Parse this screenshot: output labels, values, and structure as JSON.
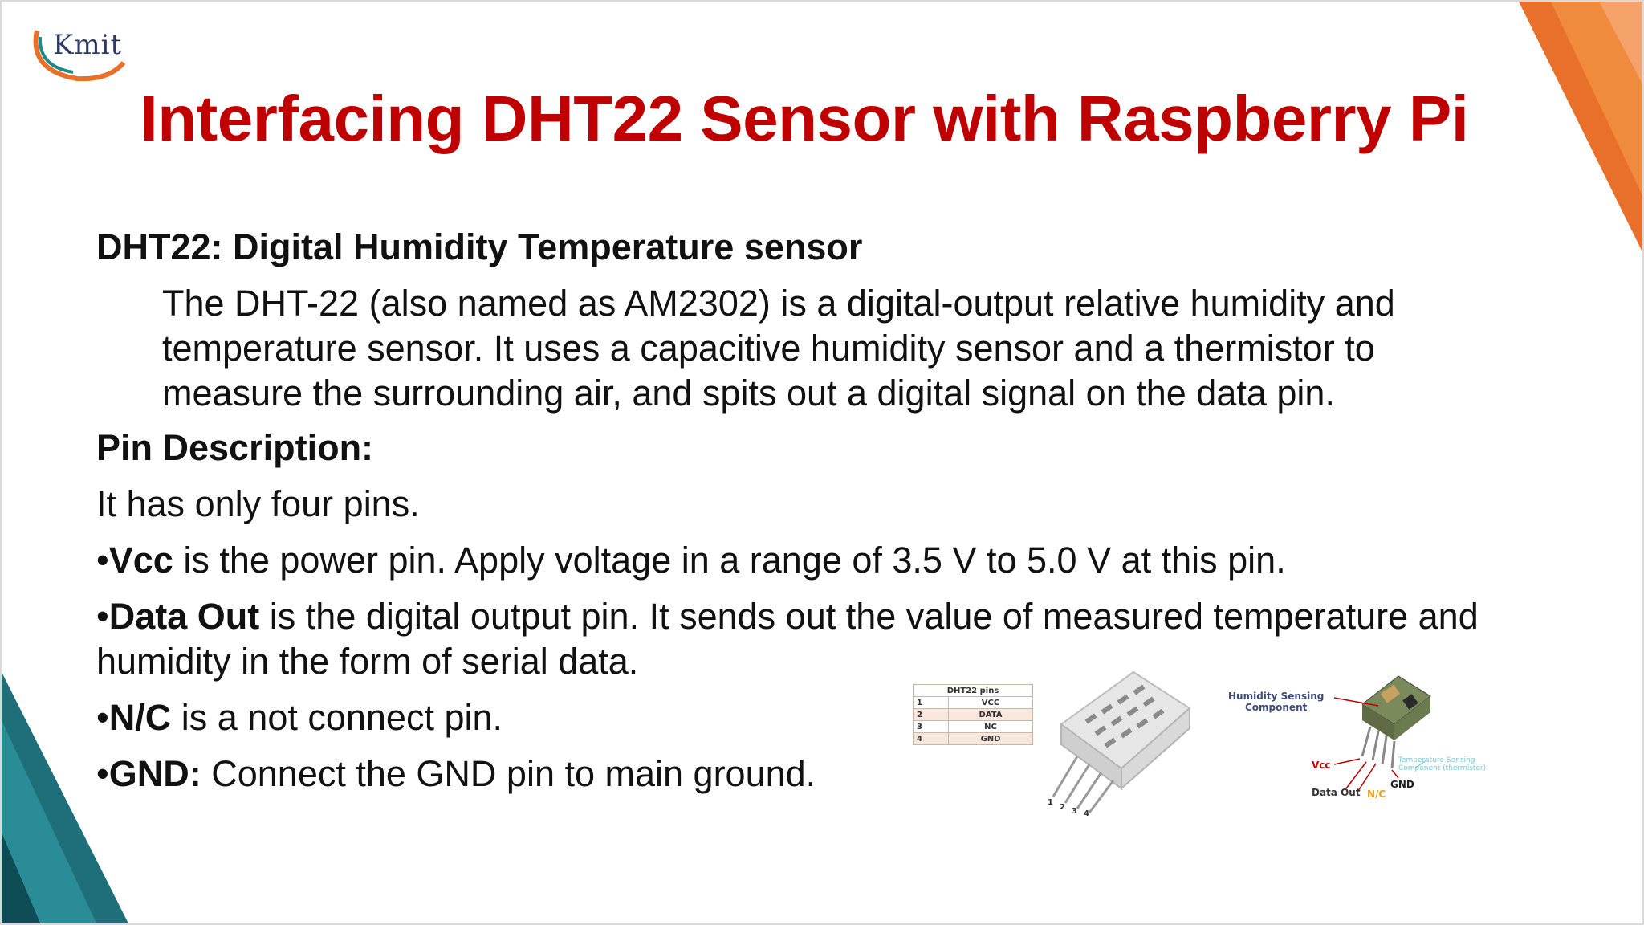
{
  "logo": {
    "text": "Kmit"
  },
  "slide": {
    "title": "Interfacing DHT22 Sensor with Raspberry Pi",
    "heading1": "DHT22: Digital Humidity Temperature sensor",
    "description_lines": [
      "The DHT-22 (also named as AM2302) is a digital-output relative humidity and",
      "temperature sensor. It uses a capacitive humidity sensor and a thermistor to",
      "measure the surrounding air, and spits out a digital signal on the data pin."
    ],
    "heading2": "Pin Description:",
    "intro": "It has only four pins.",
    "bullets": [
      {
        "term": "Vcc",
        "text": " is the power pin. Apply voltage in a range of 3.5 V to 5.0 V at this pin."
      },
      {
        "term": "Data Out",
        "text": " is the digital output pin. It sends out the value of measured temperature and humidity in the form of serial data."
      },
      {
        "term": "N/C",
        "text": " is a not connect pin."
      },
      {
        "term": "GND:",
        "text": " Connect the GND pin to main ground."
      }
    ]
  },
  "figure": {
    "table_header": "DHT22 pins",
    "pins": [
      {
        "num": "1",
        "name": "VCC"
      },
      {
        "num": "2",
        "name": "DATA"
      },
      {
        "num": "3",
        "name": "NC"
      },
      {
        "num": "4",
        "name": "GND"
      }
    ],
    "pin_numbers": [
      "1",
      "2",
      "3",
      "4"
    ],
    "labels": {
      "humidity": "Humidity Sensing\nComponent",
      "temperature": "Temperature Sensing\nComponent (thermistor)",
      "vcc": "Vcc",
      "data_out": "Data Out",
      "nc": "N/C",
      "gnd": "GND"
    }
  }
}
